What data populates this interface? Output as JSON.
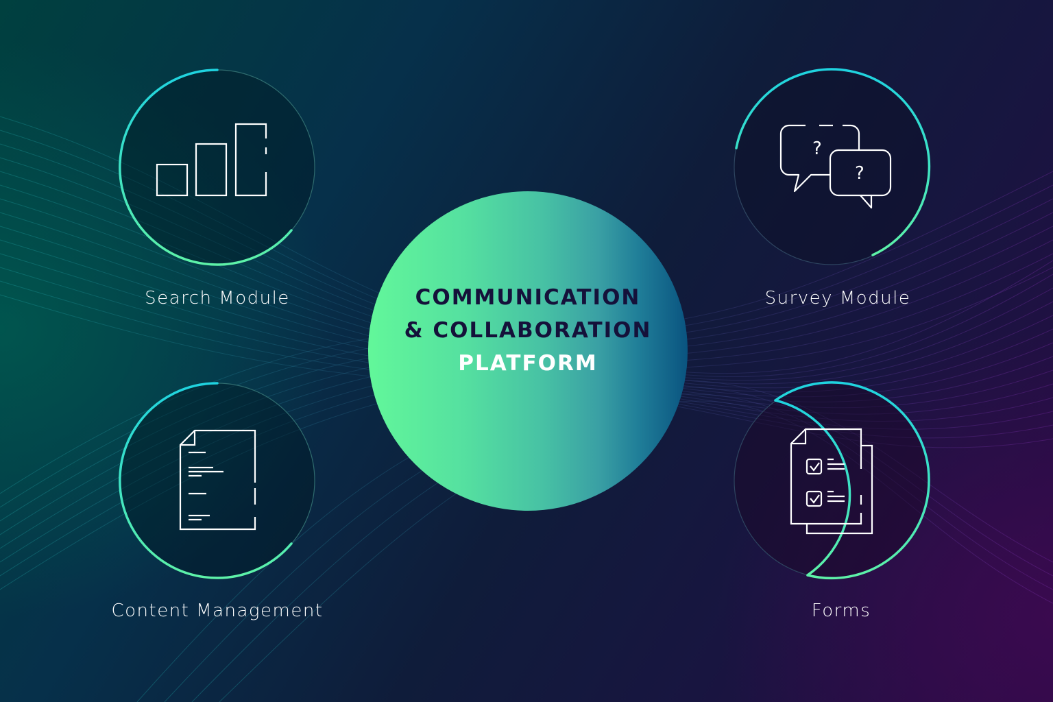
{
  "center": {
    "line1": "COMMUNICATION",
    "line2": "& COLLABORATION",
    "line3": "PLATFORM"
  },
  "modules": [
    {
      "label": "Search Module",
      "icon": "bar-chart-icon"
    },
    {
      "label": "Survey Module",
      "icon": "speech-bubbles-question-icon"
    },
    {
      "label": "Content Management",
      "icon": "document-icon"
    },
    {
      "label": "Forms",
      "icon": "checklist-forms-icon"
    }
  ],
  "colors": {
    "accent_cyan": "#1fd3e0",
    "accent_green": "#5ef2a8",
    "center_gradient_start": "#62f79a",
    "center_gradient_end": "#0a5480",
    "center_text_dark": "#15113a",
    "background_left": "#00403f",
    "background_right": "#2a0a45"
  }
}
